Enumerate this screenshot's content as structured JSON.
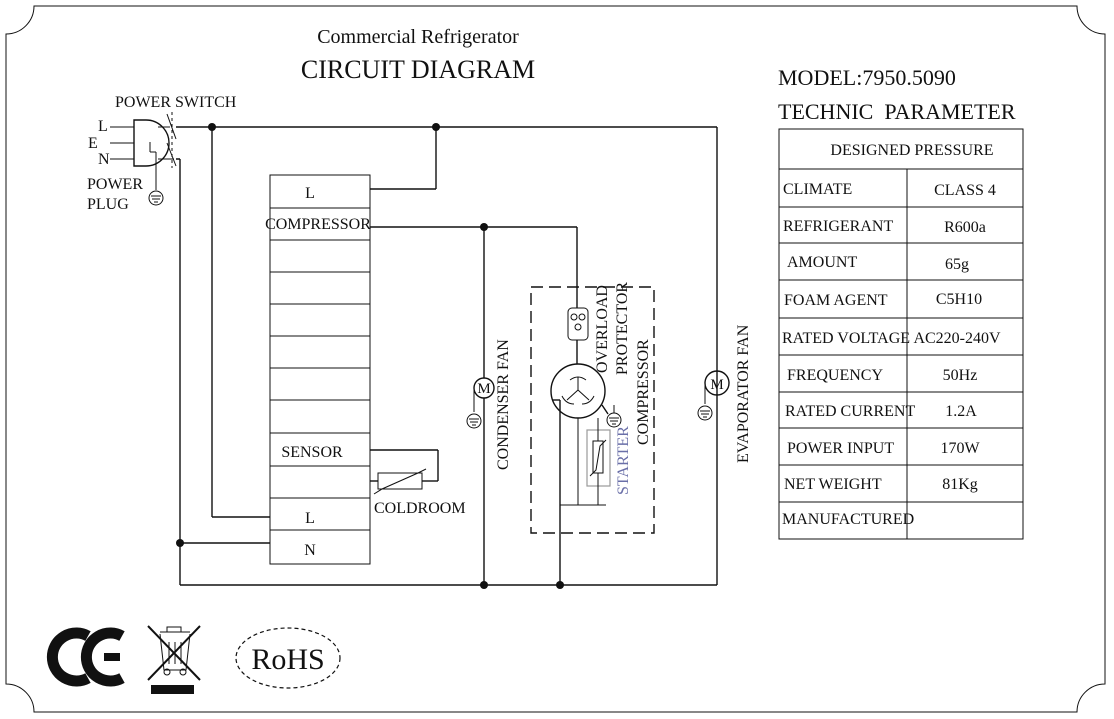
{
  "diagram": {
    "title_line1": "Commercial Refrigerator",
    "title_line2": "CIRCUIT DIAGRAM",
    "labels": {
      "power_switch": "POWER SWITCH",
      "L": "L",
      "E": "E",
      "N": "N",
      "power": "POWER",
      "plug": "PLUG",
      "condenser_fan": "CONDENSER FAN",
      "evaporator_fan": "EVAPORATOR FAN",
      "overload": "OVERLOAD",
      "protector": "PROTECTOR",
      "compressor": "COMPRESSOR",
      "starter": "STARTER",
      "coldroom": "COLDROOM",
      "motor": "M"
    },
    "controller_rows": [
      "L",
      "COMPRESSOR",
      "",
      "",
      "",
      "",
      "",
      "",
      "SENSOR",
      "",
      "L",
      "N"
    ]
  },
  "parameters": {
    "model": "MODEL:7950.5090",
    "heading": "TECHNIC  PARAMETER",
    "header": "DESIGNED PRESSURE",
    "rows": [
      {
        "label": "CLIMATE",
        "value": "CLASS 4"
      },
      {
        "label": "REFRIGERANT",
        "value": "R600a"
      },
      {
        "label": "AMOUNT",
        "value": "65g"
      },
      {
        "label": "FOAM AGENT",
        "value": "C5H10"
      },
      {
        "label": "RATED VOLTAGE",
        "value": "AC220-240V"
      },
      {
        "label": "FREQUENCY",
        "value": "50Hz"
      },
      {
        "label": "RATED CURRENT",
        "value": "1.2A"
      },
      {
        "label": "POWER INPUT",
        "value": "170W"
      },
      {
        "label": "NET WEIGHT",
        "value": "81Kg"
      },
      {
        "label": "MANUFACTURED",
        "value": ""
      }
    ]
  },
  "marks": {
    "ce": "CE",
    "weee": "crossed-out-wheelie-bin-icon",
    "rohs": "RoHS"
  }
}
